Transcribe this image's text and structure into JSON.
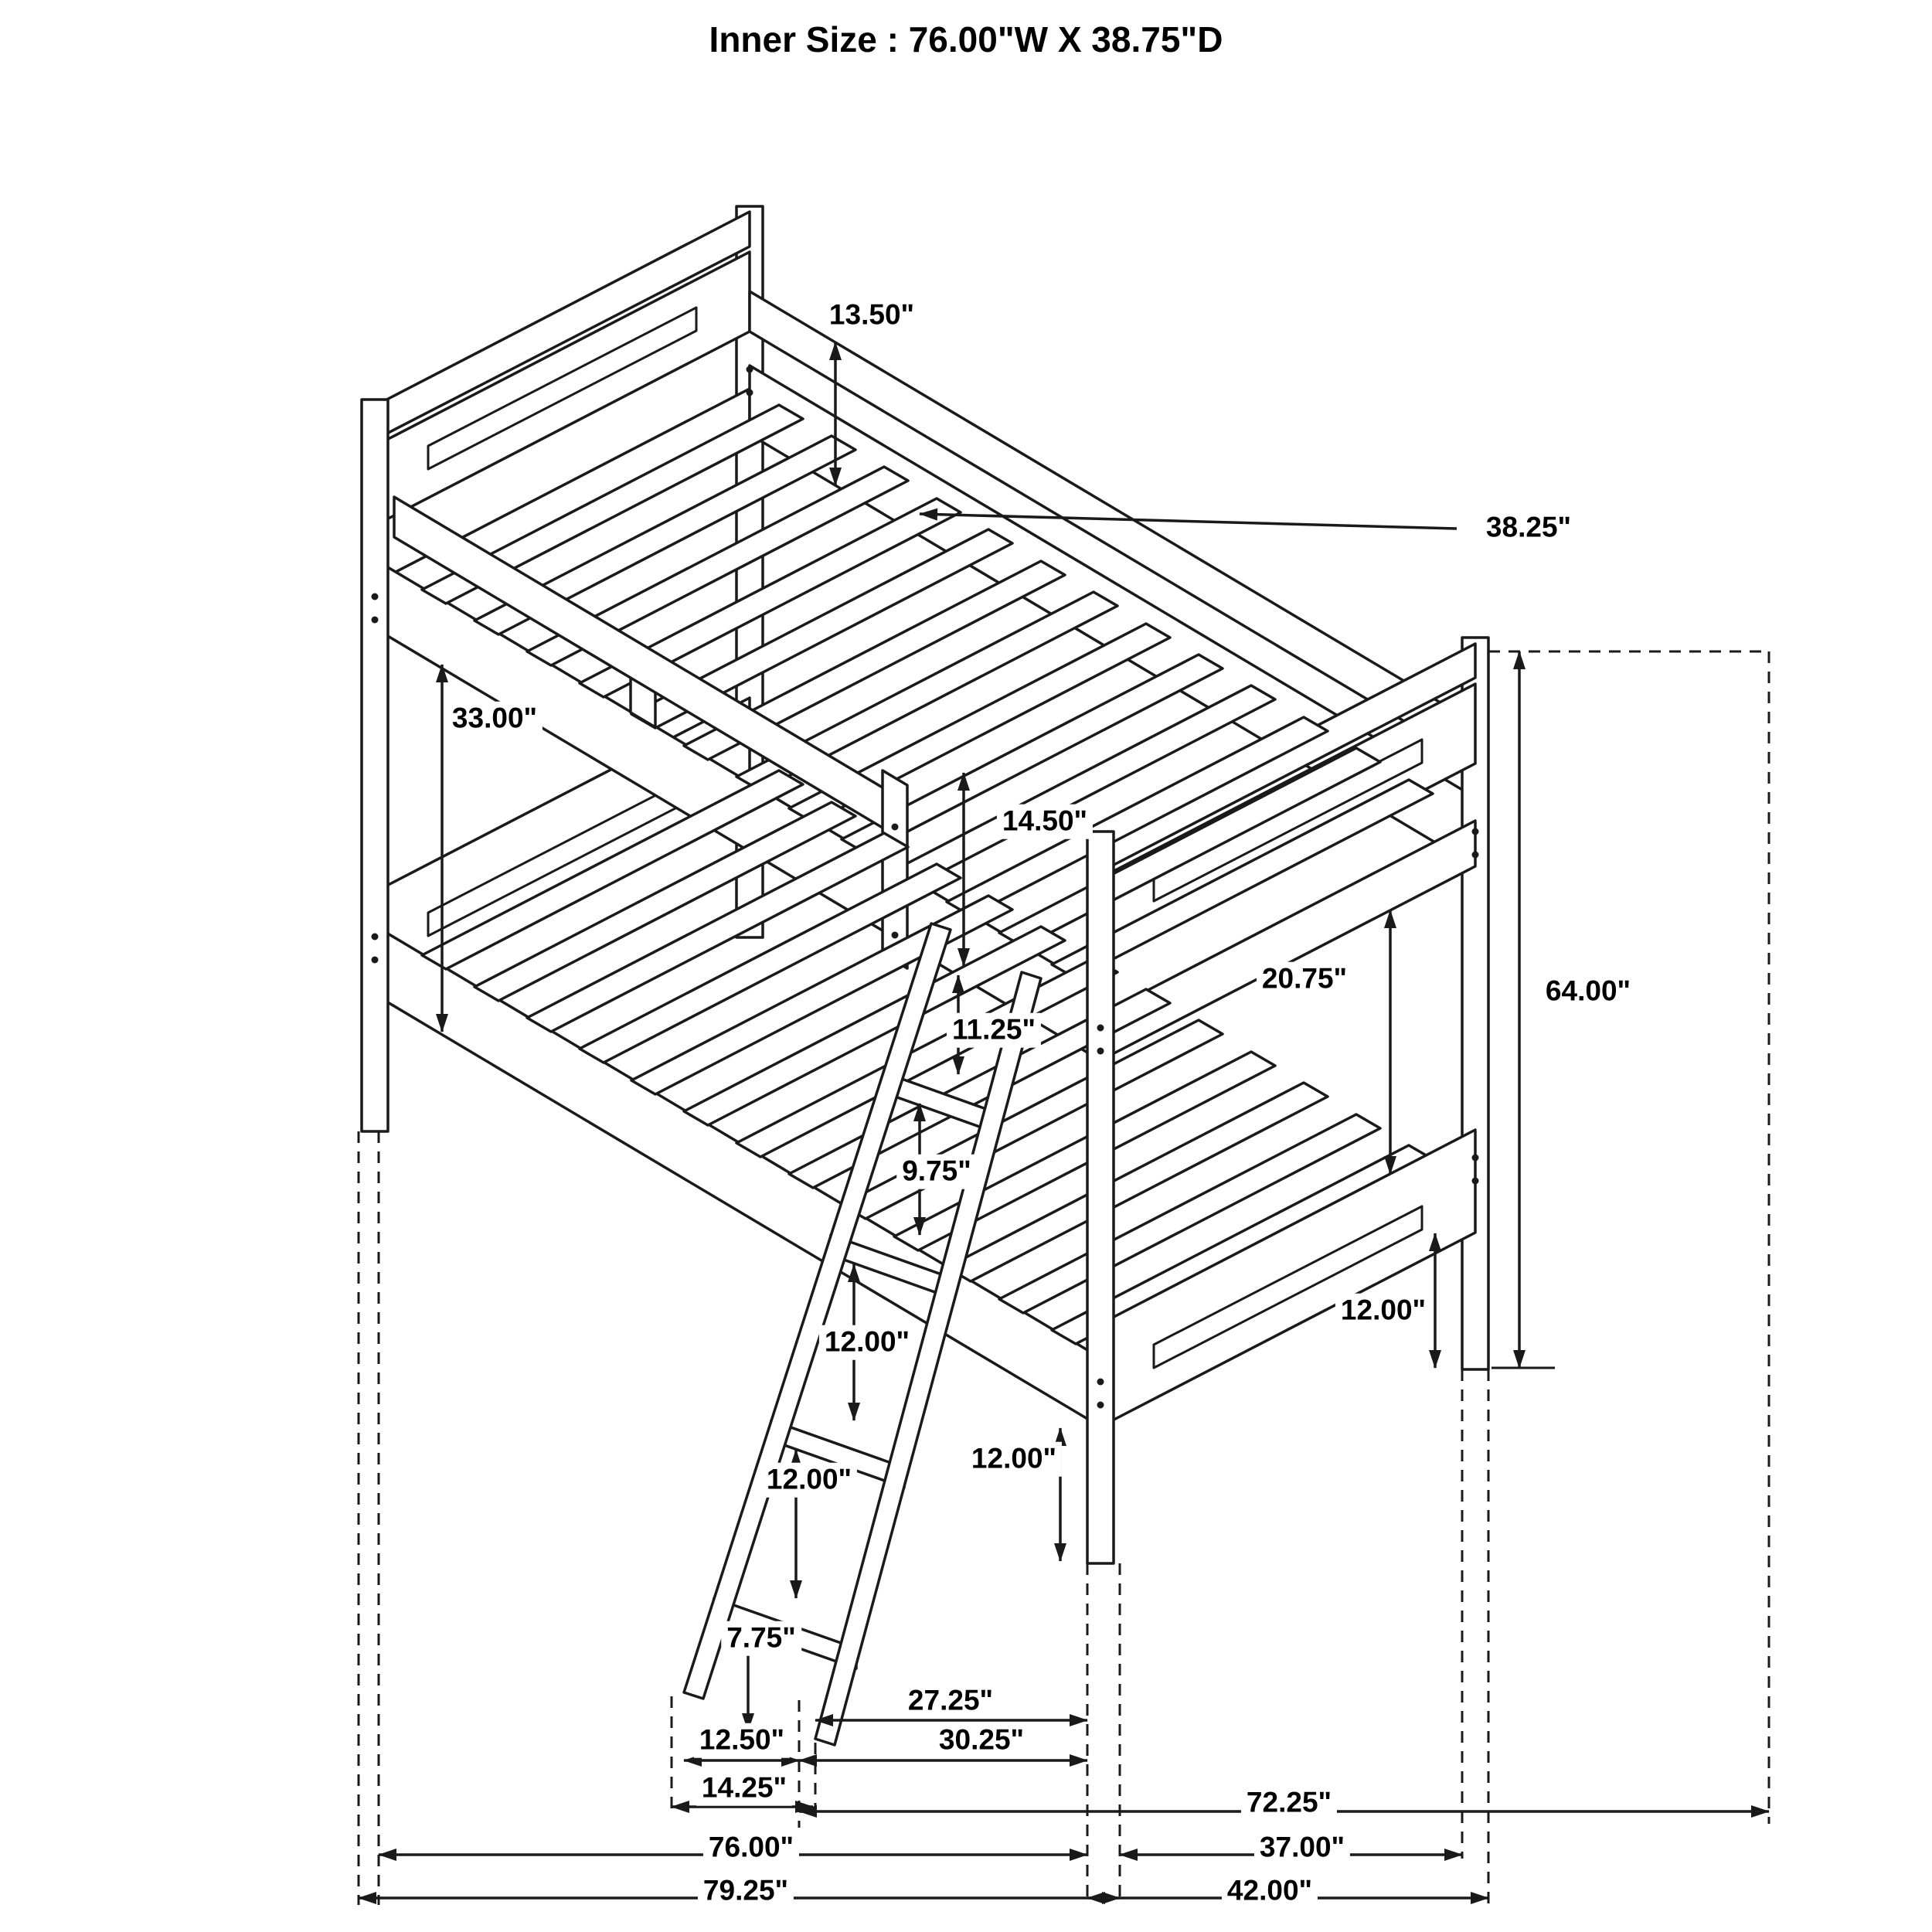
{
  "title": "Inner Size : 76.00\"W X 38.75\"D",
  "diagram": {
    "type": "furniture-dimension-drawing",
    "subject": "twin over twin bunk bed with front ladder",
    "inner_size": {
      "width_in": 76.0,
      "depth_in": 38.75
    }
  },
  "dims": {
    "top_section": {
      "text": "13.50\"",
      "inches": 13.5
    },
    "inner_depth": {
      "text": "38.25\"",
      "inches": 38.25
    },
    "rail_to_guard": {
      "text": "33.00\"",
      "inches": 33.0
    },
    "guard_height": {
      "text": "14.50\"",
      "inches": 14.5
    },
    "bunk_gap": {
      "text": "20.75\"",
      "inches": 20.75
    },
    "overall_height": {
      "text": "64.00\"",
      "inches": 64.0
    },
    "step_gap_1": {
      "text": "11.25\"",
      "inches": 11.25
    },
    "step_gap_2": {
      "text": "9.75\"",
      "inches": 9.75
    },
    "step_gap_3": {
      "text": "12.00\"",
      "inches": 12.0
    },
    "step_gap_4": {
      "text": "12.00\"",
      "inches": 12.0
    },
    "ladder_bottom": {
      "text": "7.75\"",
      "inches": 7.75
    },
    "front_post_base": {
      "text": "12.00\"",
      "inches": 12.0
    },
    "rear_post_base": {
      "text": "12.00\"",
      "inches": 12.0
    },
    "ladder_offset": {
      "text": "27.25\"",
      "inches": 27.25
    },
    "ladder_feet_span": {
      "text": "12.50\"",
      "inches": 12.5
    },
    "ladder_outer_offset": {
      "text": "30.25\"",
      "inches": 30.25
    },
    "ladder_width": {
      "text": "14.25\"",
      "inches": 14.25
    },
    "right_section": {
      "text": "72.25\"",
      "inches": 72.25
    },
    "bed_length": {
      "text": "76.00\"",
      "inches": 76.0
    },
    "end_width": {
      "text": "37.00\"",
      "inches": 37.0
    },
    "overall_length": {
      "text": "79.25\"",
      "inches": 79.25
    },
    "overall_depth": {
      "text": "42.00\"",
      "inches": 42.0
    }
  }
}
